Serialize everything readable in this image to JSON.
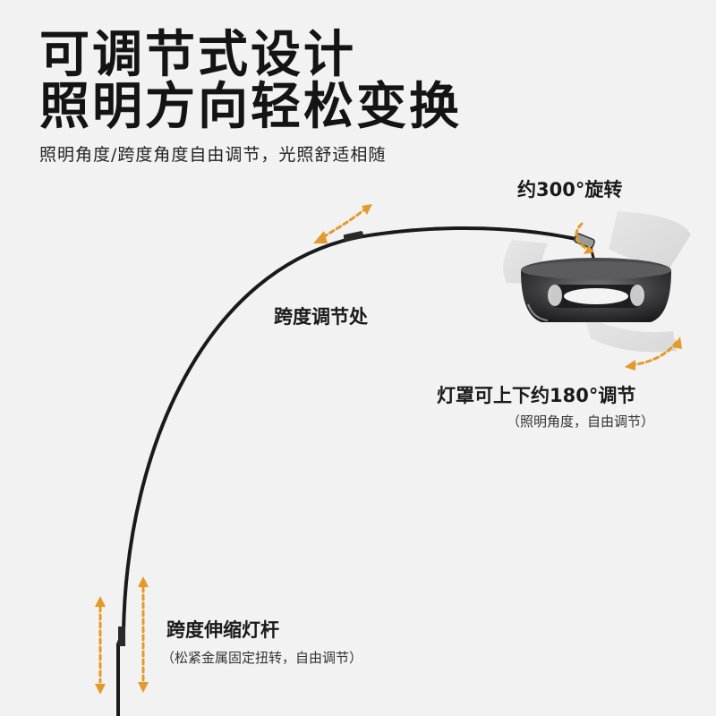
{
  "heading": {
    "line1": "可调节式设计",
    "line2": "照明方向轻松变换"
  },
  "subtitle": "照明角度/跨度角度自由调节，光照舒适相随",
  "callouts": {
    "rotation": "约300°旋转",
    "span_joint": "跨度调节处",
    "shade_tilt": "灯罩可上下约180°调节",
    "shade_tilt_note": "（照明角度，自由调节）",
    "pole": "跨度伸缩灯杆",
    "pole_note": "（松紧金属固定扭转，自由调节）"
  },
  "colors": {
    "background": "#f2f2f2",
    "text": "#141414",
    "arrow_accent": "#e39a2a",
    "pole": "#1a1a1a",
    "shade": "#3a3a3c"
  }
}
